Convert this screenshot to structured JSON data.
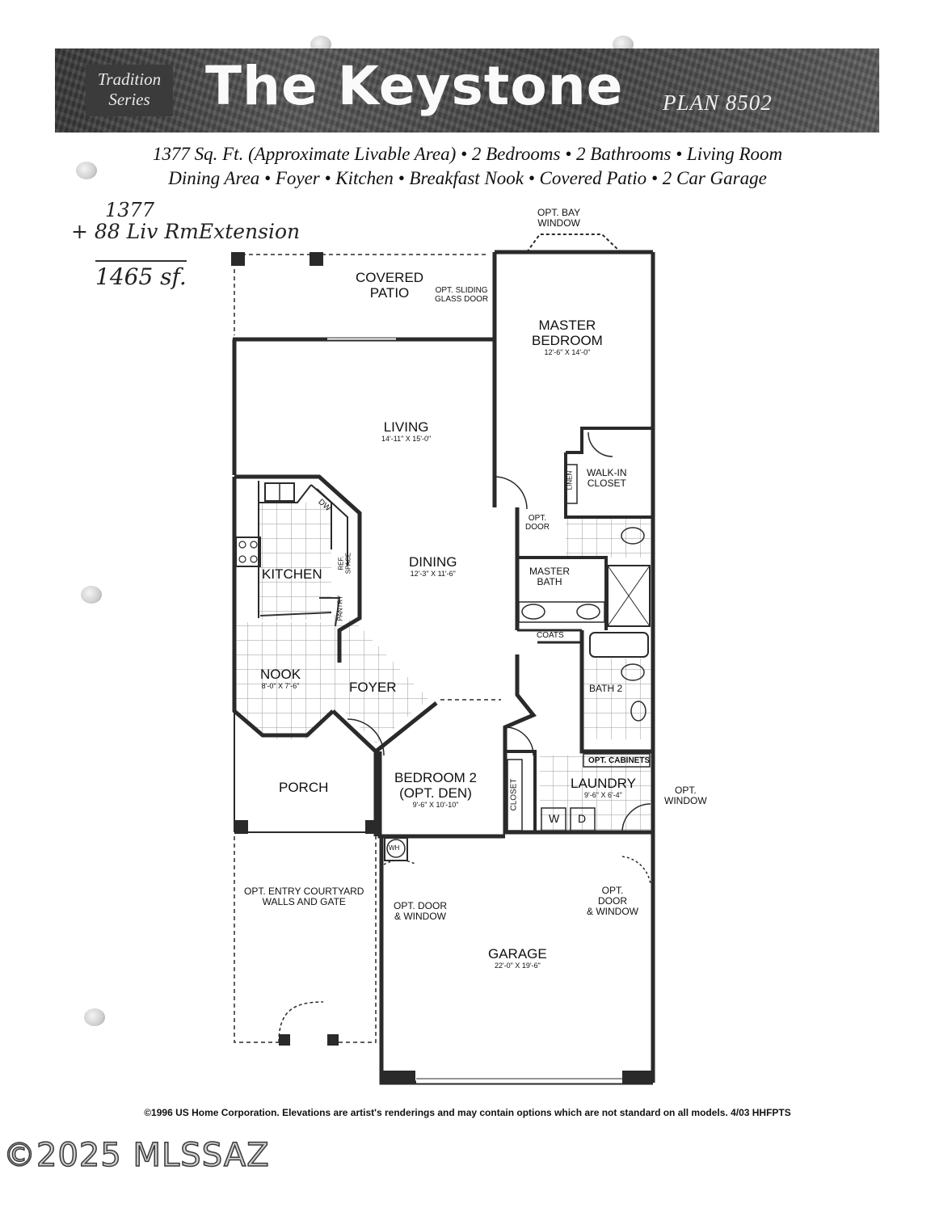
{
  "header": {
    "series_line1": "Tradition",
    "series_line2": "Series",
    "title": "The Keystone",
    "plan": "PLAN 8502"
  },
  "features": {
    "line1": "1377 Sq. Ft. (Approximate Livable Area) • 2 Bedrooms • 2 Bathrooms • Living Room",
    "line2": "Dining Area • Foyer • Kitchen • Breakfast Nook • Covered Patio • 2 Car Garage"
  },
  "handwritten": {
    "line1": "1377",
    "line2": "+ 88 Liv RmExtension",
    "line3": "1465 sf."
  },
  "rooms": {
    "opt_bay_window": {
      "line1": "OPT. BAY",
      "line2": "WINDOW"
    },
    "covered_patio": {
      "line1": "COVERED",
      "line2": "PATIO"
    },
    "opt_sliding_glass_door": {
      "line1": "OPT. SLIDING",
      "line2": "GLASS DOOR"
    },
    "master_bedroom": {
      "line1": "MASTER",
      "line2": "BEDROOM",
      "dims": "12'-6\" X 14'-0\""
    },
    "living": {
      "name": "LIVING",
      "dims": "14'-11\" X 15'-0\""
    },
    "walk_in_closet": {
      "line1": "WALK-IN",
      "line2": "CLOSET"
    },
    "linen": "LINEN",
    "dw": "DW",
    "opt_door": {
      "line1": "OPT.",
      "line2": "DOOR"
    },
    "kitchen": "KITCHEN",
    "ref_space": {
      "line1": "REF.",
      "line2": "SPACE"
    },
    "pantry": "PANTRY",
    "dining": {
      "name": "DINING",
      "dims": "12'-3\" X 11'-6\""
    },
    "master_bath": {
      "line1": "MASTER",
      "line2": "BATH"
    },
    "coats": "COATS",
    "nook": {
      "name": "NOOK",
      "dims": "8'-0\" X 7'-6\""
    },
    "foyer": "FOYER",
    "bath2": "BATH 2",
    "opt_cabinets": "OPT. CABINETS",
    "porch": "PORCH",
    "bedroom2": {
      "line1": "BEDROOM 2",
      "line2": "(OPT. DEN)",
      "dims": "9'-6\" X 10'-10\""
    },
    "closet": "CLOSET",
    "laundry": {
      "name": "LAUNDRY",
      "dims": "9'-6\" X 6'-4\""
    },
    "opt_window": {
      "line1": "OPT.",
      "line2": "WINDOW"
    },
    "washer": "W",
    "dryer": "D",
    "water_heater": "WH",
    "opt_entry_courtyard": {
      "line1": "OPT. ENTRY COURTYARD",
      "line2": "WALLS AND GATE"
    },
    "opt_door_window_left": {
      "line1": "OPT. DOOR",
      "line2": "& WINDOW"
    },
    "opt_door_window_right": {
      "line1": "OPT.",
      "line2": "DOOR",
      "line3": "& WINDOW"
    },
    "garage": {
      "name": "GARAGE",
      "dims": "22'-0\" X 19'-6\""
    }
  },
  "footer": "©1996 US Home Corporation. Elevations are artist's renderings and may contain options which are not standard on all models. 4/03 HHFPTS",
  "watermark": "©2025 MLSSAZ",
  "colors": {
    "banner": "#4a4a4a",
    "wall": "#2a2a2a",
    "tile": "#bbbbbb"
  }
}
